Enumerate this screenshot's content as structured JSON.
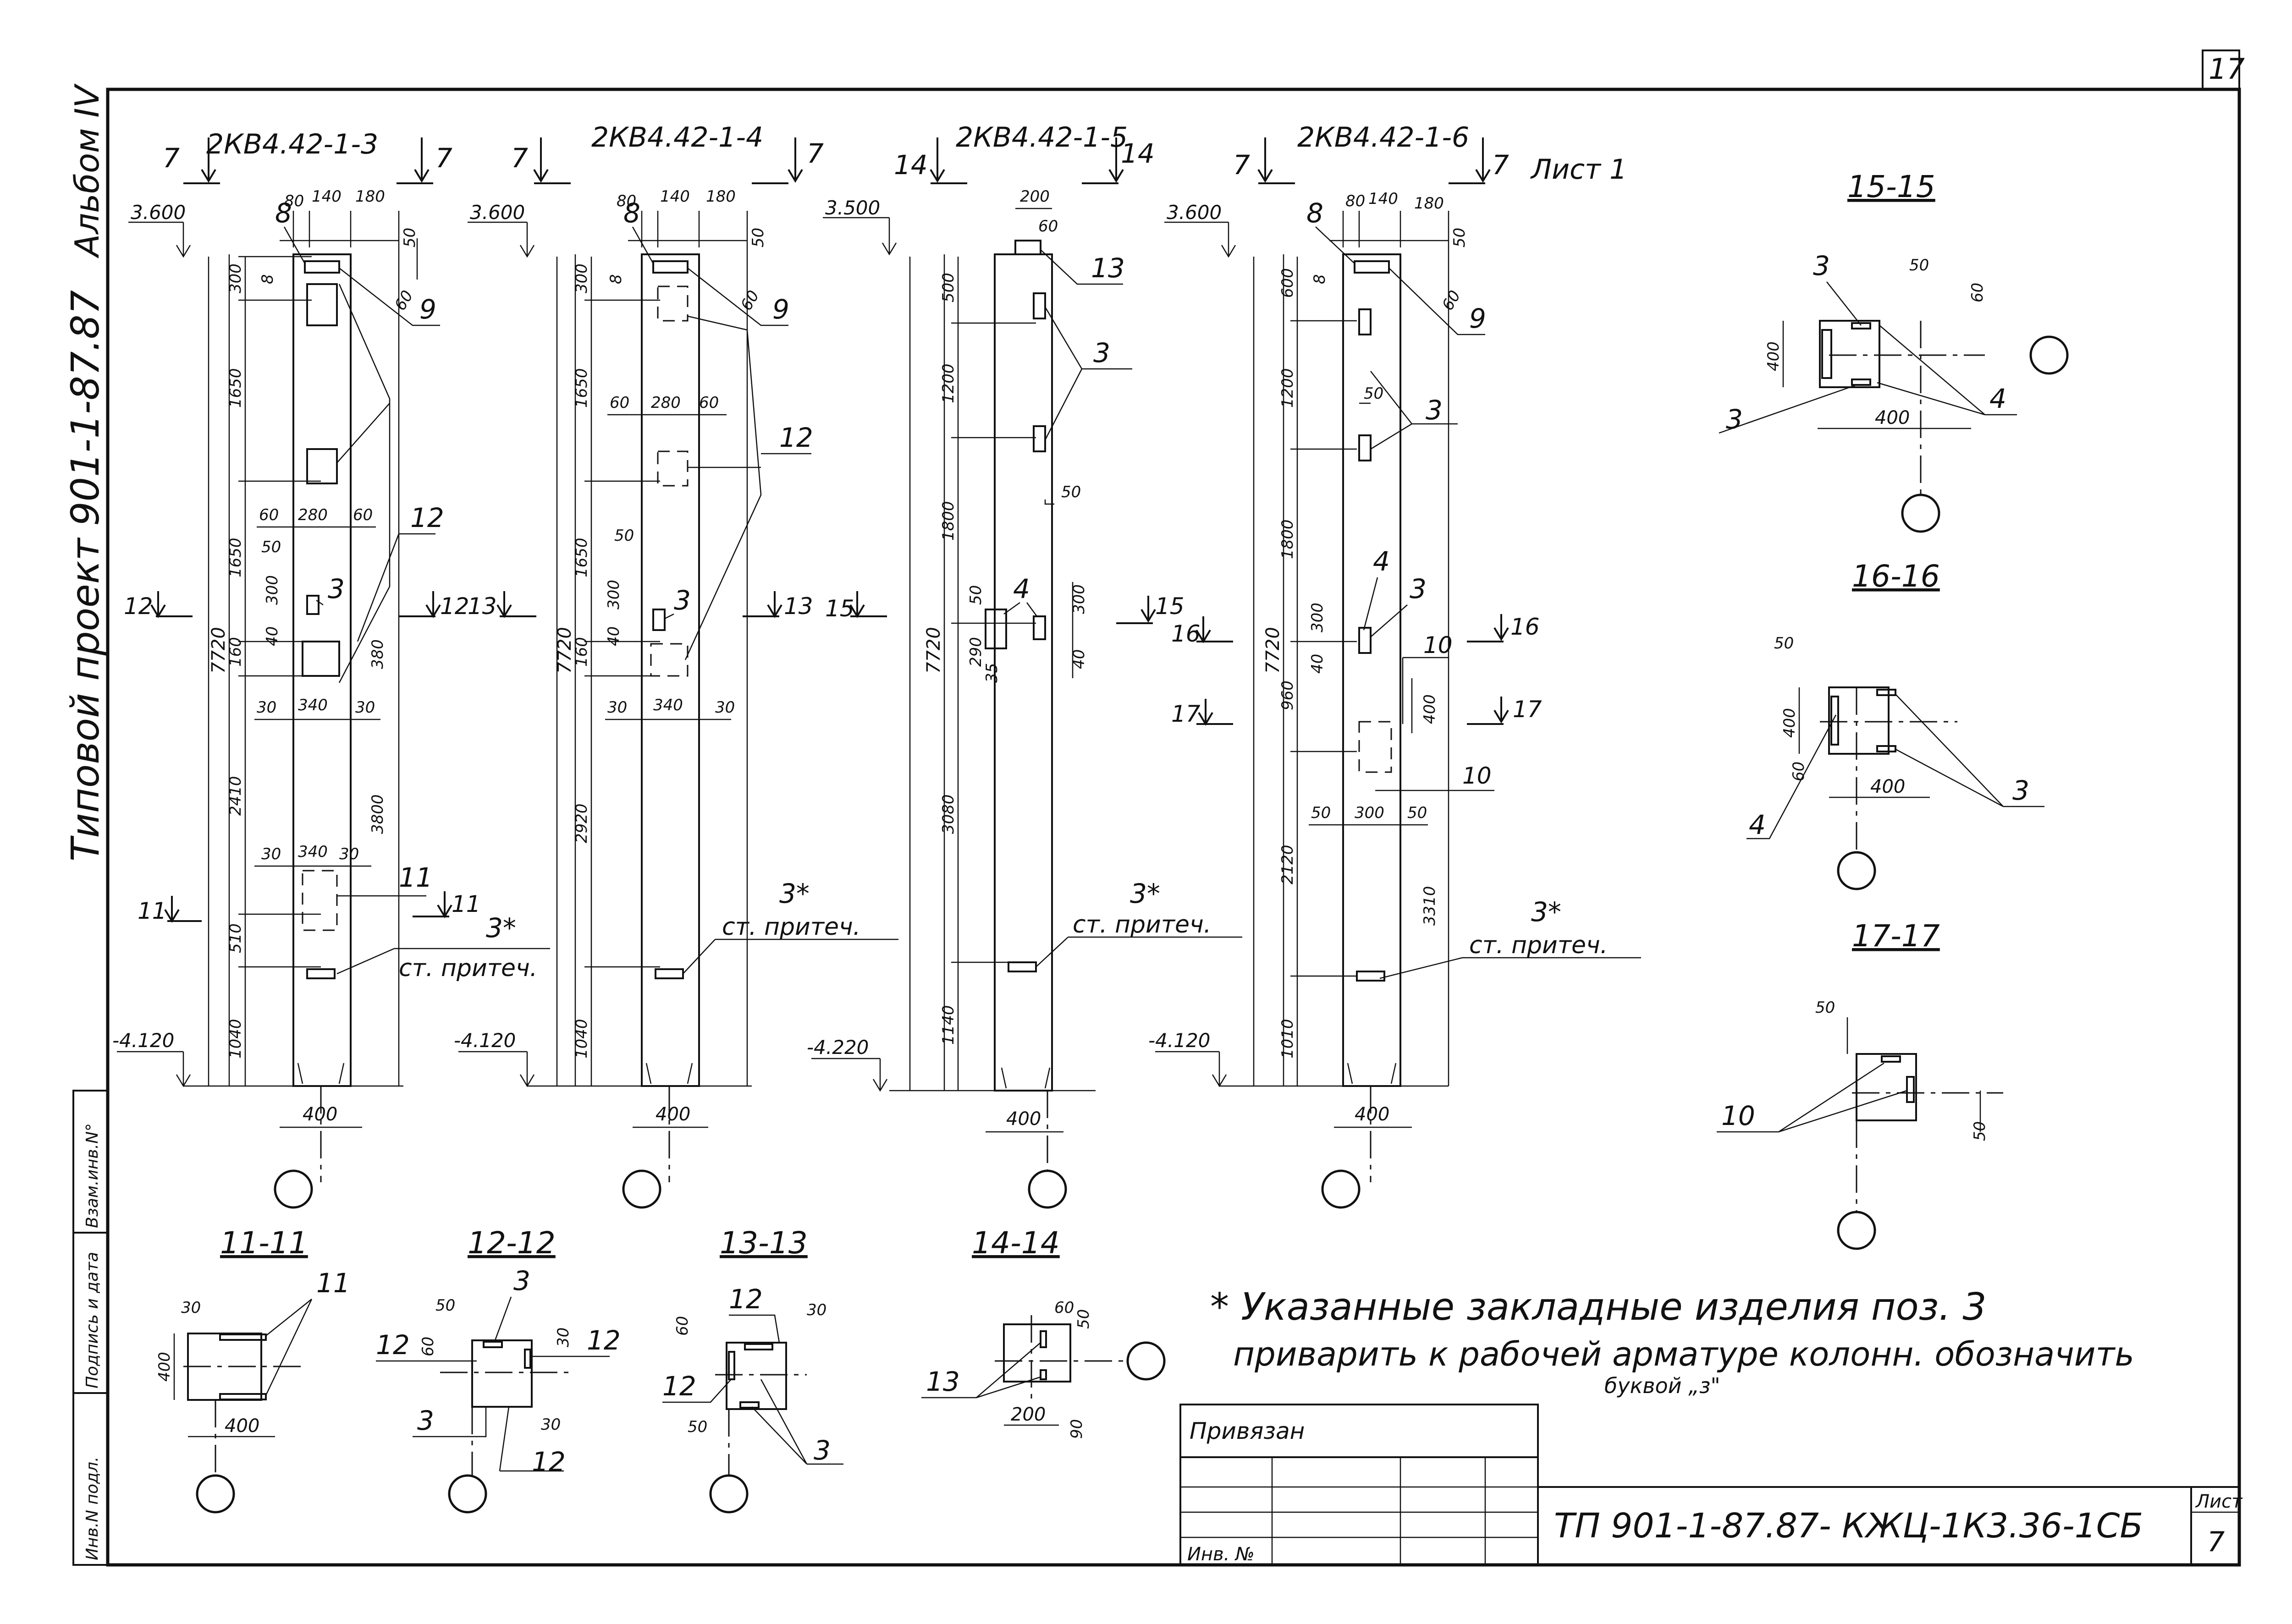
{
  "sheet": {
    "page_number": "17",
    "album": "Альбом IV",
    "project": "Типовой проект 901-1-87.87",
    "designation": "ТП 901-1-87.87- КЖЦ-1К3.36-1СБ",
    "sheet_label": "Лист",
    "sheet_no": "7",
    "attached_label": "Привязан",
    "inv_label": "Инв. №",
    "side_stamp": [
      "Инв.N подл.",
      "Подпись и дата",
      "Взам.инв.N°"
    ]
  },
  "columns": [
    {
      "id": "c1",
      "title": "2КВ4.42-1-3",
      "cut_top": "7",
      "top_elev": "3.600",
      "bottom_elev": "-4.120",
      "total": "7720",
      "width": "400",
      "top_dims": [
        "80",
        "140",
        "180"
      ],
      "left_dims": [
        "300",
        "1650",
        "1650",
        "160",
        "2410",
        "510",
        "1040"
      ],
      "right_dims": [
        "50",
        "60",
        "380",
        "3800"
      ],
      "small_dims": [
        "60",
        "280",
        "60",
        "50",
        "300",
        "40",
        "30",
        "340",
        "30",
        "30",
        "340",
        "30",
        "8"
      ],
      "marks": [
        "8",
        "9",
        "12",
        "3",
        "11",
        "3*"
      ],
      "cuts": [
        "12",
        "12",
        "11",
        "11"
      ],
      "note": "ст. притеч."
    },
    {
      "id": "c2",
      "title": "2КВ4.42-1-4",
      "cut_top": "7",
      "top_elev": "3.600",
      "bottom_elev": "-4.120",
      "total": "7720",
      "width": "400",
      "top_dims": [
        "80",
        "140",
        "180"
      ],
      "left_dims": [
        "300",
        "1650",
        "1650",
        "160",
        "2920",
        "1040"
      ],
      "right_dims": [
        "50",
        "60"
      ],
      "small_dims": [
        "60",
        "280",
        "60",
        "50",
        "300",
        "40",
        "30",
        "340",
        "30",
        "8"
      ],
      "marks": [
        "8",
        "9",
        "12",
        "3",
        "3*"
      ],
      "cuts": [
        "13",
        "13"
      ],
      "note": "ст. притеч."
    },
    {
      "id": "c3",
      "title": "2КВ4.42-1-5",
      "cut_top": "14",
      "top_elev": "3.500",
      "bottom_elev": "-4.220",
      "total": "7720",
      "width": "400",
      "top_dims": [
        "200",
        "60"
      ],
      "left_dims": [
        "500",
        "1200",
        "1800",
        "3080",
        "1140"
      ],
      "right_dims": [
        "50",
        "300",
        "40"
      ],
      "small_dims": [
        "50",
        "290",
        "35"
      ],
      "marks": [
        "13",
        "3",
        "4",
        "3*"
      ],
      "cuts": [
        "15",
        "15"
      ],
      "note": "ст. притеч."
    },
    {
      "id": "c4",
      "title": "2КВ4.42-1-6",
      "cut_top": "7",
      "top_elev": "3.600",
      "bottom_elev": "-4.120",
      "total": "7720",
      "width": "400",
      "top_dims": [
        "80",
        "140",
        "180"
      ],
      "left_dims": [
        "600",
        "1200",
        "1800",
        "960",
        "2120",
        "1010"
      ],
      "right_dims": [
        "50",
        "60",
        "400",
        "3310"
      ],
      "small_dims": [
        "50",
        "300",
        "40",
        "50",
        "300",
        "50",
        "8"
      ],
      "marks": [
        "8",
        "9",
        "3",
        "4",
        "3",
        "10",
        "10",
        "3*"
      ],
      "cuts": [
        "16",
        "16",
        "17",
        "17"
      ],
      "note": "ст. притеч.",
      "sheet_tag": "Лист 1"
    }
  ],
  "sections": [
    {
      "id": "15-15",
      "title": "15-15",
      "dims": [
        "50",
        "60",
        "400",
        "400"
      ],
      "marks": [
        "3",
        "3",
        "4"
      ]
    },
    {
      "id": "16-16",
      "title": "16-16",
      "dims": [
        "50",
        "400",
        "60",
        "400"
      ],
      "marks": [
        "4",
        "3"
      ]
    },
    {
      "id": "17-17",
      "title": "17-17",
      "dims": [
        "50",
        "50"
      ],
      "marks": [
        "10"
      ]
    },
    {
      "id": "11-11",
      "title": "11-11",
      "dims": [
        "30",
        "400",
        "400"
      ],
      "marks": [
        "11"
      ]
    },
    {
      "id": "12-12",
      "title": "12-12",
      "dims": [
        "50",
        "60",
        "30",
        "30"
      ],
      "marks": [
        "3",
        "12",
        "12",
        "3",
        "12"
      ]
    },
    {
      "id": "13-13",
      "title": "13-13",
      "dims": [
        "60",
        "30",
        "50"
      ],
      "marks": [
        "12",
        "12",
        "3"
      ]
    },
    {
      "id": "14-14",
      "title": "14-14",
      "dims": [
        "60",
        "50",
        "200",
        "90"
      ],
      "marks": [
        "13"
      ]
    }
  ],
  "note": {
    "line1": "* Указанные закладные изделия поз. 3",
    "line2": "приварить к рабочей арматуре колонн. обозначить",
    "line3": "буквой „з\""
  }
}
